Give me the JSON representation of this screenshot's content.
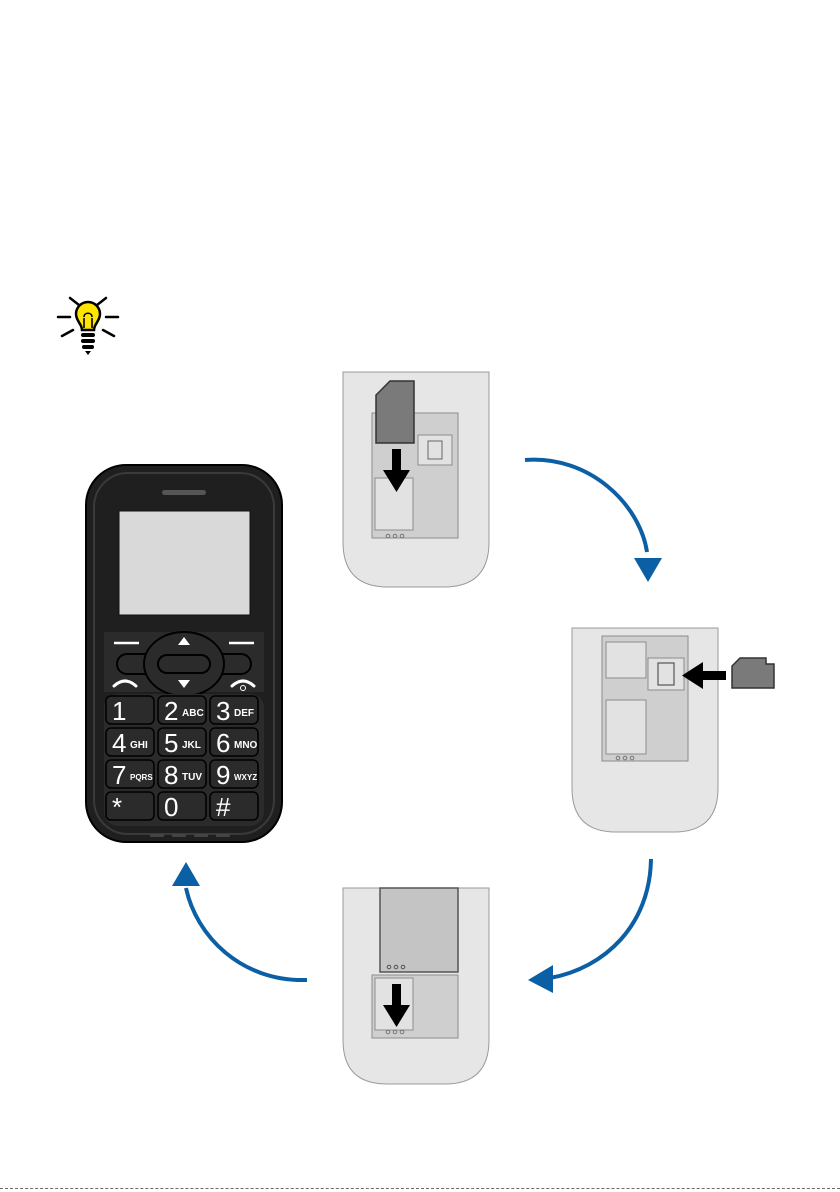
{
  "colors": {
    "arrow_blue": "#0b5fa5",
    "phone_body": "#1f1f1f",
    "key_face": "#2b2b2b",
    "screen": "#d9d9d9",
    "back_cover": "#e6e6e6",
    "module_gray": "#c4c4c4",
    "bulb_yellow": "#ffe400",
    "sd_card": "#7a7a7a"
  },
  "icons": {
    "hint": "lightbulb-icon",
    "insert_arrow": "black-arrow-icon",
    "flow_arrow": "curved-arrow-icon"
  },
  "keypad": {
    "keys": [
      {
        "digit": "1",
        "letters": ""
      },
      {
        "digit": "2",
        "letters": "ABC"
      },
      {
        "digit": "3",
        "letters": "DEF"
      },
      {
        "digit": "4",
        "letters": "GHI"
      },
      {
        "digit": "5",
        "letters": "JKL"
      },
      {
        "digit": "6",
        "letters": "MNO"
      },
      {
        "digit": "7",
        "letters": "PQRS"
      },
      {
        "digit": "8",
        "letters": "TUV"
      },
      {
        "digit": "9",
        "letters": "WXYZ"
      },
      {
        "digit": "*",
        "letters": ""
      },
      {
        "digit": "0",
        "letters": ""
      },
      {
        "digit": "#",
        "letters": ""
      }
    ]
  },
  "steps": [
    {
      "name": "insert-sim-card"
    },
    {
      "name": "insert-memory-card"
    },
    {
      "name": "insert-battery"
    }
  ]
}
